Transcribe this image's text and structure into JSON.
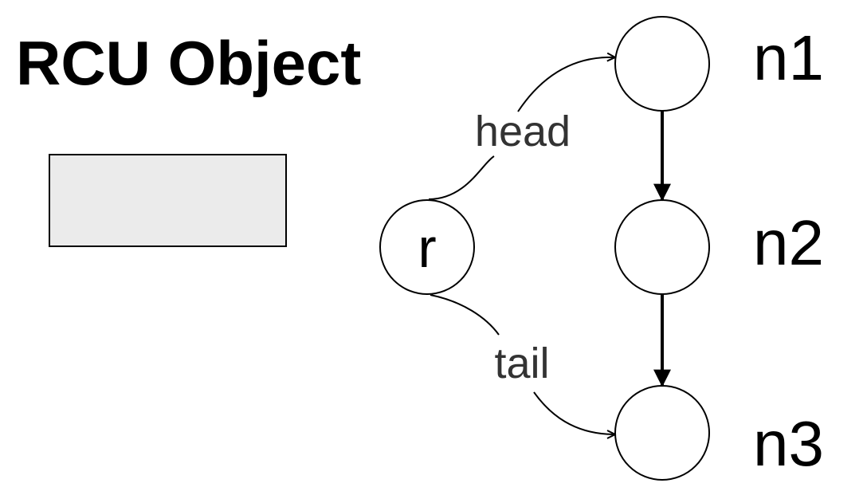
{
  "title": "RCU Object",
  "root": {
    "label": "r"
  },
  "edges": {
    "head": "head",
    "tail": "tail"
  },
  "nodes": [
    {
      "id": "n1",
      "label": "n1"
    },
    {
      "id": "n2",
      "label": "n2"
    },
    {
      "id": "n3",
      "label": "n3"
    }
  ],
  "colors": {
    "background": "#ffffff",
    "stroke": "#000000",
    "box_fill": "#ebebeb",
    "edge_label": "#333333"
  }
}
